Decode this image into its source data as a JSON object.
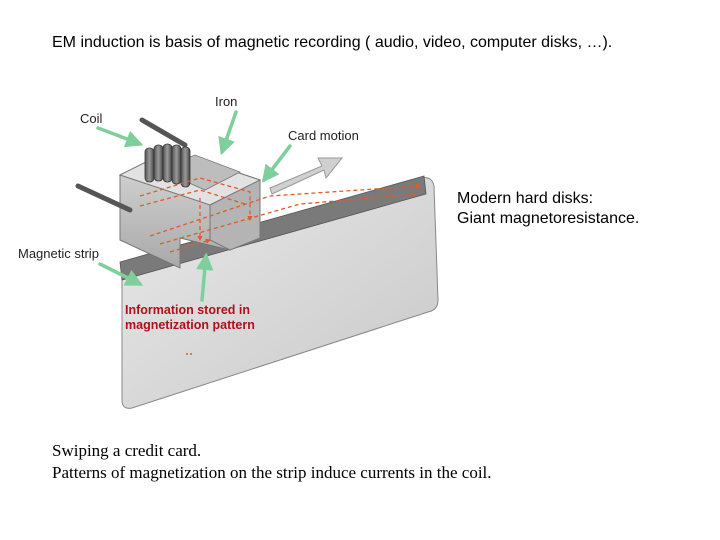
{
  "title": "EM induction is basis of magnetic recording ( audio, video, computer disks, …).",
  "labels": {
    "coil": "Coil",
    "iron": "Iron",
    "card_motion": "Card motion",
    "magnetic_strip": "Magnetic strip"
  },
  "hard_disk_note": {
    "line1": "Modern hard disks:",
    "line2": "Giant magnetoresistance."
  },
  "info_note": {
    "line1": "Information stored in",
    "line2": "magnetization pattern"
  },
  "caption": {
    "line1": "Swiping a credit card.",
    "line2": "Patterns of magnetization on the strip induce currents in the coil."
  },
  "colors": {
    "pointer_arrow": "#7fcf9c",
    "magnetization": "#e05a2a",
    "info_text": "#b0101a"
  }
}
